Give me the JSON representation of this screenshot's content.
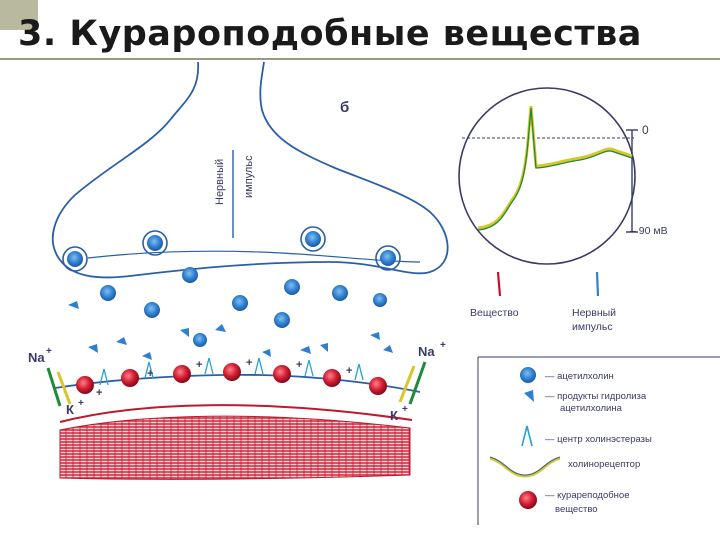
{
  "slide": {
    "title": "3. Курароподобные вещества"
  },
  "diagram": {
    "panel_letter": "б",
    "nerve_impulse_vertical_1": "Нервный",
    "nerve_impulse_vertical_2": "импульс",
    "ions": {
      "na_left": "Na",
      "k_left": "К",
      "na_right": "Na",
      "k_right": "К",
      "plus": "+"
    },
    "oscillogram": {
      "zero_label": "0",
      "mv_label": "– 90 мВ",
      "marker_substance": "Вещество",
      "marker_nerve_1": "Нервный",
      "marker_nerve_2": "импульс"
    },
    "legend": [
      {
        "icon": "acetylcholine",
        "text": "— ацетилхолин"
      },
      {
        "icon": "hydrolysis-products",
        "text": "— продукты гидролиза",
        "text2": "ацетилхолина"
      },
      {
        "icon": "cholinesterase",
        "text": "— центр холинэстеразы"
      },
      {
        "icon": "cholinoreceptor",
        "text": "холинорецептор"
      },
      {
        "icon": "curare-substance",
        "text": "— курареподобное",
        "text2": "вещество"
      }
    ],
    "colors": {
      "acetylcholine": "#2f7fd0",
      "curare": "#c8102e",
      "muscle": "#d8283c",
      "outline": "#2a5fa8",
      "trace_green": "#1e8a3a",
      "trace_yellow": "#d8c62a"
    }
  }
}
